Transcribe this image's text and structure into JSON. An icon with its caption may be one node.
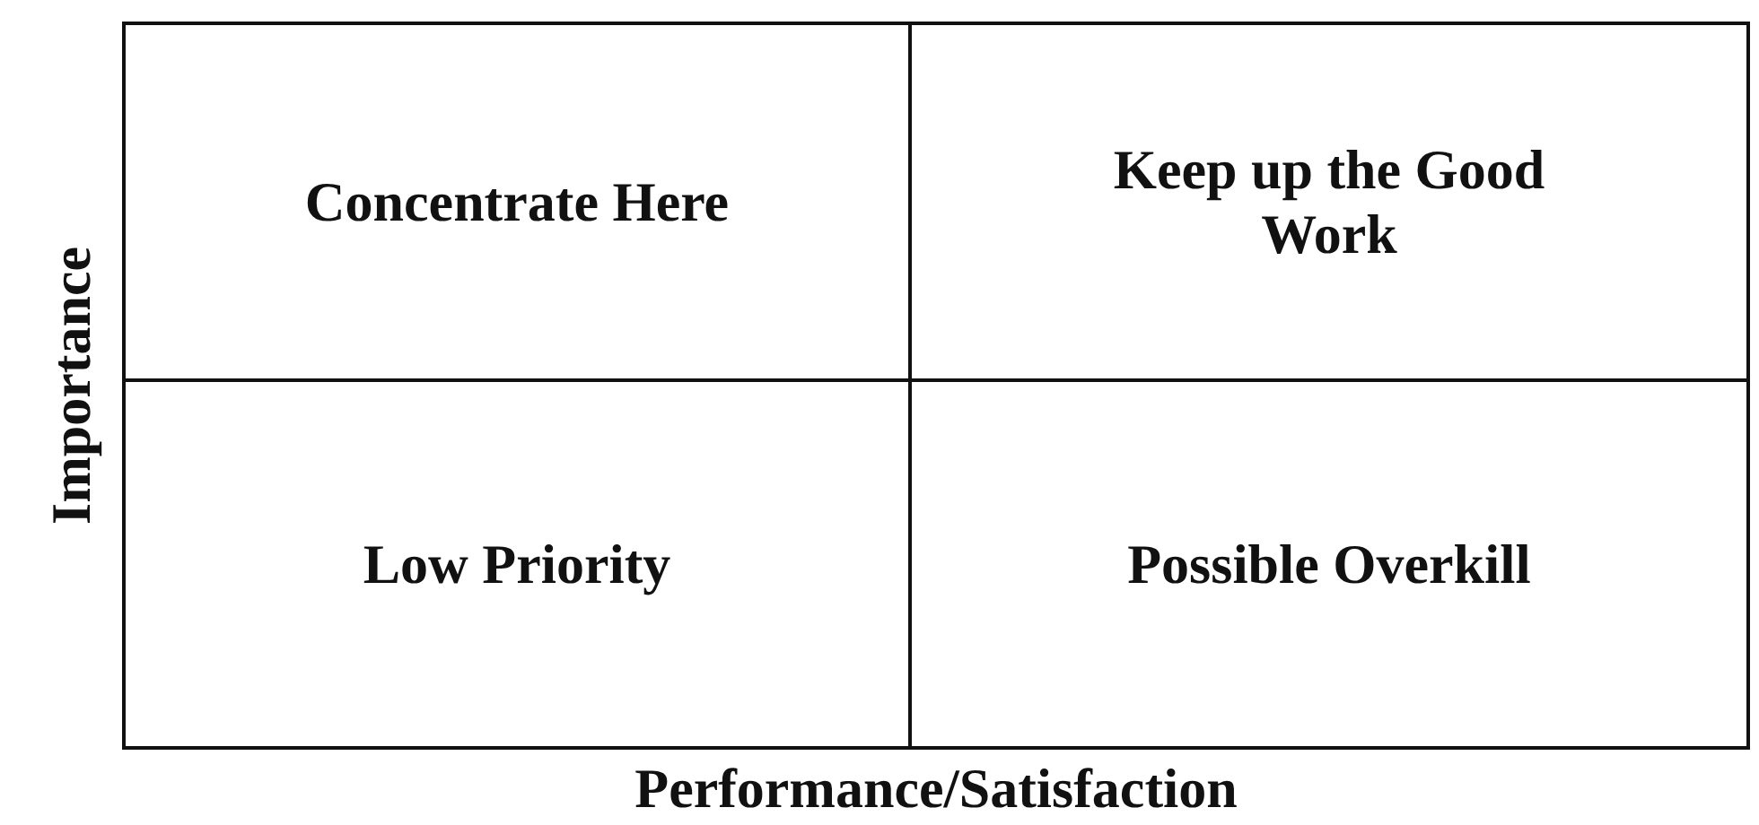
{
  "diagram": {
    "nodes": [
      {
        "text": [
          "Concentrate Here"
        ]
      },
      {
        "text": [
          "Keep up the Good Work"
        ]
      },
      {
        "text": [
          "Low Priority"
        ]
      },
      {
        "text": [
          "Possible Overkill"
        ]
      }
    ],
    "labels": [
      "Importance",
      "Performance/Satisfaction"
    ]
  }
}
